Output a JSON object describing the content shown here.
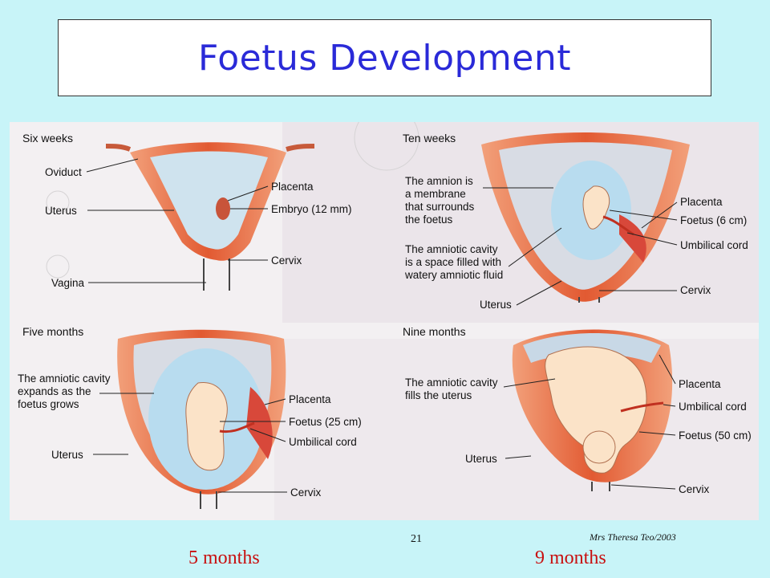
{
  "title": "Foetus Development",
  "panels": {
    "six_weeks": {
      "heading": "Six weeks",
      "labels": {
        "oviduct": "Oviduct",
        "uterus": "Uterus",
        "vagina": "Vagina",
        "placenta": "Placenta",
        "embryo": "Embryo (12 mm)",
        "cervix": "Cervix"
      }
    },
    "ten_weeks": {
      "heading": "Ten weeks",
      "amnion_lines": [
        "The amnion is",
        "a membrane",
        "that surrounds",
        "the foetus"
      ],
      "cavity_lines": [
        "The amniotic cavity",
        "is a space filled with",
        "watery amniotic fluid"
      ],
      "labels": {
        "uterus": "Uterus",
        "placenta": "Placenta",
        "foetus": "Foetus (6 cm)",
        "umbilical": "Umbilical cord",
        "cervix": "Cervix"
      }
    },
    "five_months": {
      "heading": "Five months",
      "cavity_lines": [
        "The amniotic cavity",
        "expands as the",
        "foetus grows"
      ],
      "labels": {
        "uterus": "Uterus",
        "placenta": "Placenta",
        "foetus": "Foetus (25 cm)",
        "umbilical": "Umbilical cord",
        "cervix": "Cervix"
      }
    },
    "nine_months": {
      "heading": "Nine months",
      "cavity_lines": [
        "The amniotic cavity",
        "fills the uterus"
      ],
      "labels": {
        "uterus": "Uterus",
        "placenta": "Placenta",
        "umbilical": "Umbilical cord",
        "foetus": "Foetus (50 cm)",
        "cervix": "Cervix"
      }
    }
  },
  "footer": {
    "page_number": "21",
    "author": "Mrs Theresa Teo/2003",
    "caption_left": "5 months",
    "caption_right": "9 months"
  },
  "colors": {
    "background": "#c8f4f8",
    "title": "#2a2ad8",
    "muscle": "#e4643a",
    "amnion": "#b8dcef",
    "placenta": "#d8483a",
    "foetus": "#fbe3c8",
    "caption": "#c81010"
  }
}
